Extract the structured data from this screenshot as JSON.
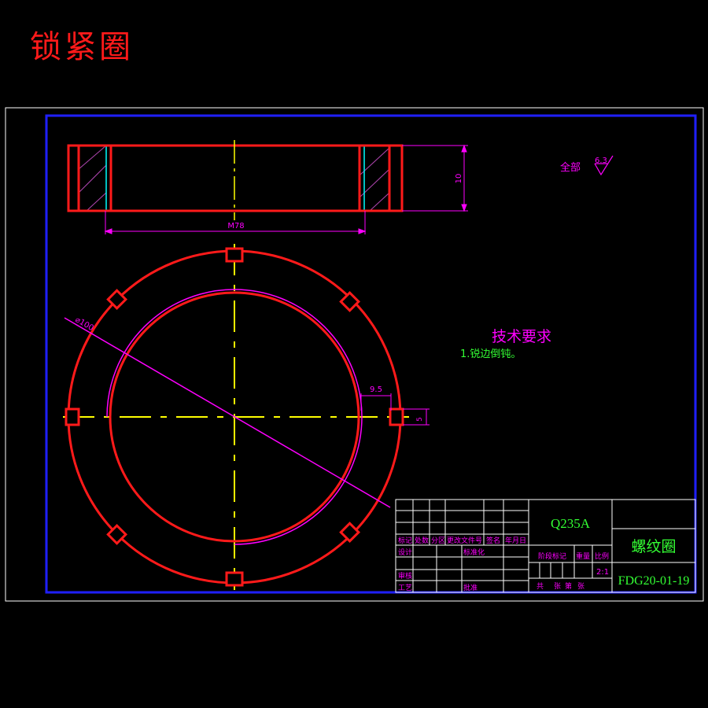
{
  "title": "锁紧圈",
  "dimensions": {
    "thread": "M78",
    "height": "10",
    "outer_diameter": "⌀100",
    "slot_depth": "9.5",
    "slot_width": "5"
  },
  "surface_roughness": {
    "label": "全部",
    "value": "6.3"
  },
  "technical_requirements": {
    "heading": "技术要求",
    "item1": "1.锐边倒钝。"
  },
  "title_block": {
    "material": "Q235A",
    "part_name": "螺纹圈",
    "drawing_number": "FDG20-01-19",
    "scale": "2:1",
    "labels": {
      "mark": "标记",
      "count": "处数",
      "zone": "分区",
      "change_doc": "更改文件号",
      "signature": "签名",
      "date": "年月日",
      "design": "设计",
      "standardization": "标准化",
      "stage_mark": "阶段标记",
      "weight": "重量",
      "ratio": "比例",
      "review": "审核",
      "process": "工艺",
      "approve": "批准",
      "total": "共",
      "sheet_word": "张",
      "page": "第",
      "sheet_word2": "张"
    }
  },
  "colors": {
    "background": "#000000",
    "outline": "#ff1a1a",
    "centerline": "#ffff00",
    "dimension": "#ff00ff",
    "border": "#1f1fff",
    "hatch": "#b347b3",
    "cyan": "#00ffff",
    "green_text": "#33ff33"
  }
}
